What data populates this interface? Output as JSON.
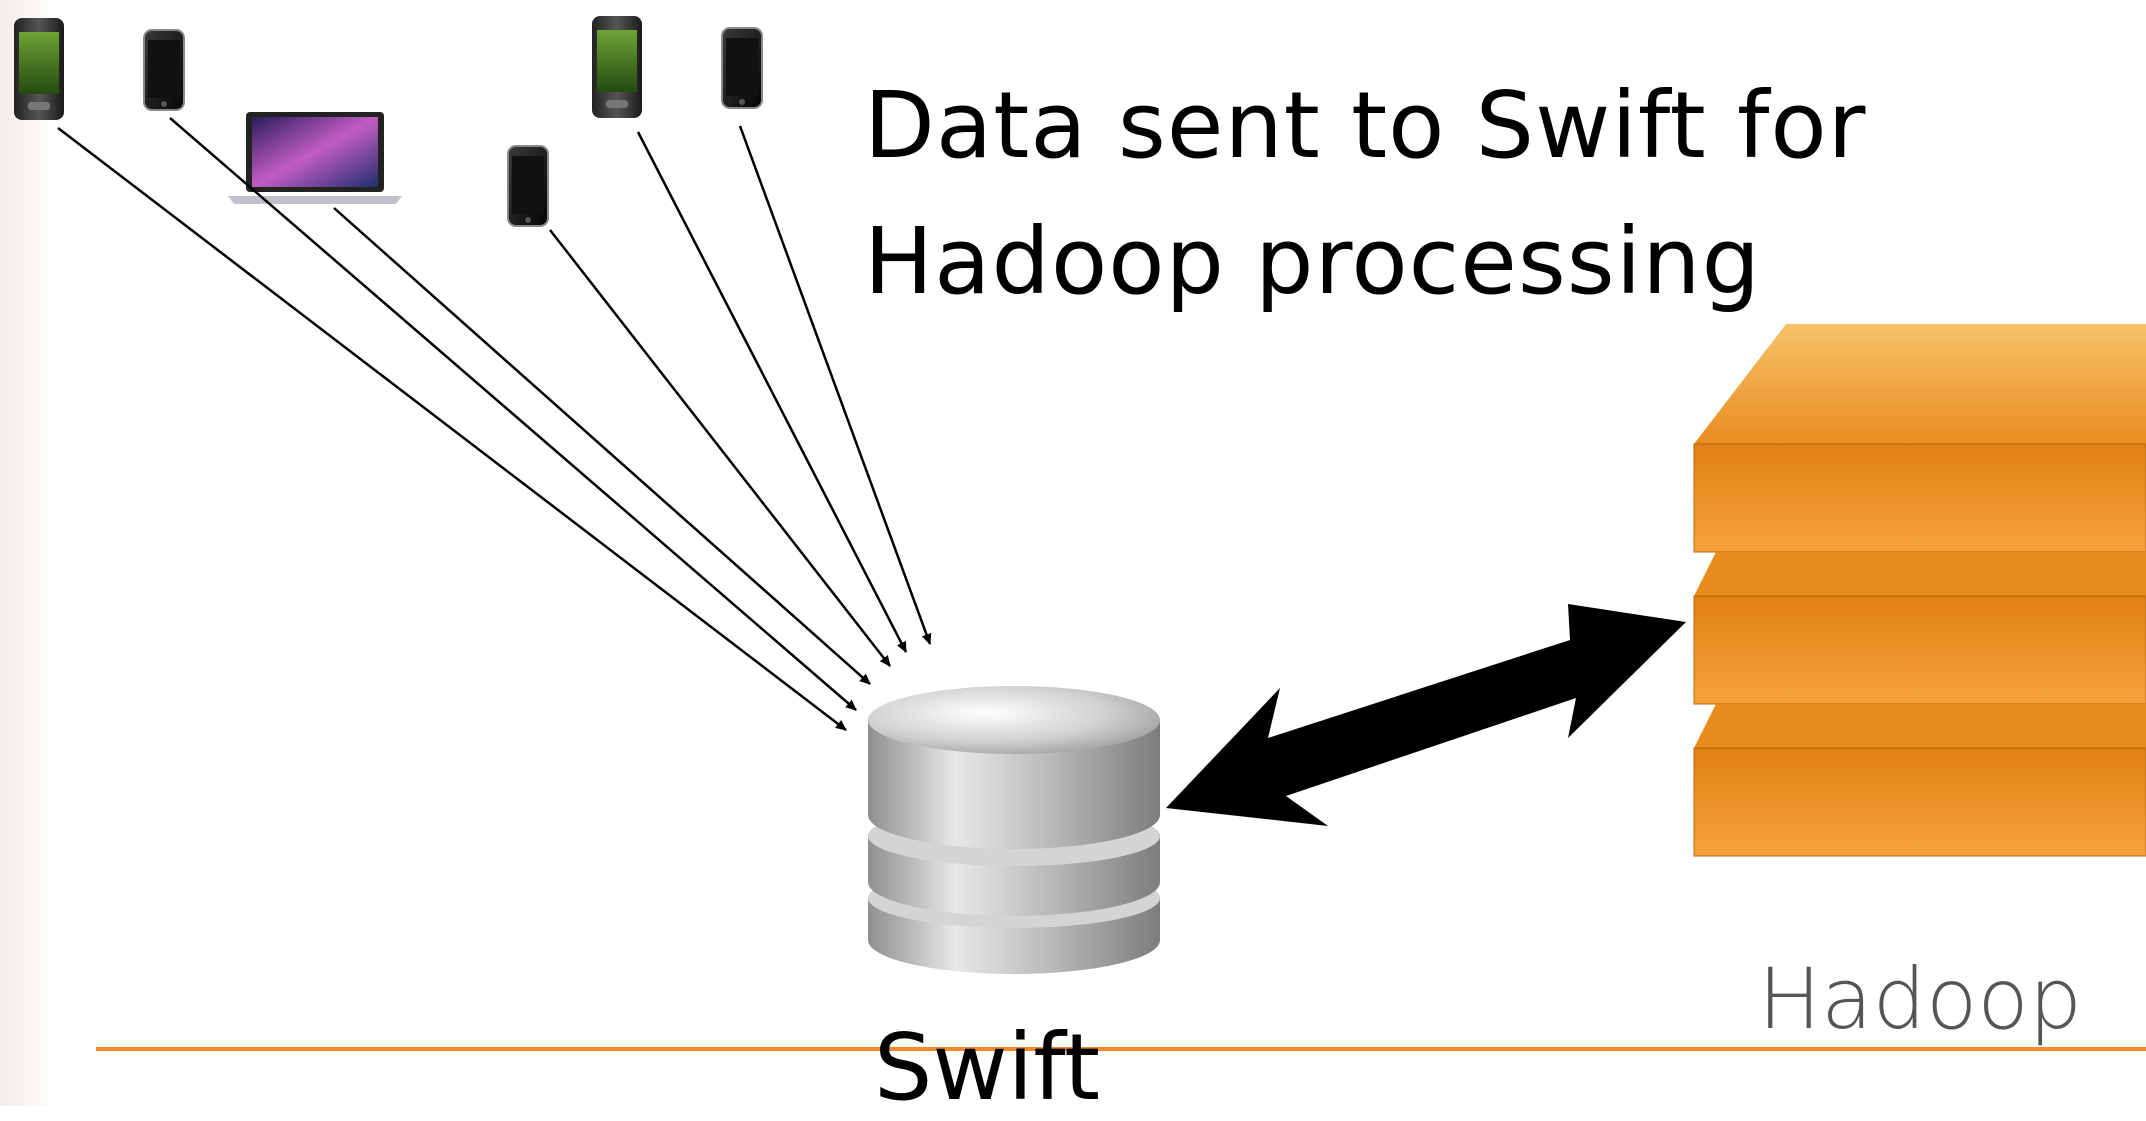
{
  "headline": {
    "line1": "Data sent to Swift for",
    "line2": "Hadoop processing"
  },
  "labels": {
    "hadoop": "Hadoop",
    "swift": "Swift"
  },
  "icons": [
    "android-phone-icon",
    "iphone-icon",
    "laptop-icon",
    "database-icon",
    "server-stack-icon"
  ],
  "colors": {
    "accent_line": "#f08a2c",
    "hadoop_orange": "#f29a2e",
    "hadoop_orange_dark": "#e07f12",
    "swift_silver": "#c8c8c8",
    "label_gray": "#555555"
  }
}
